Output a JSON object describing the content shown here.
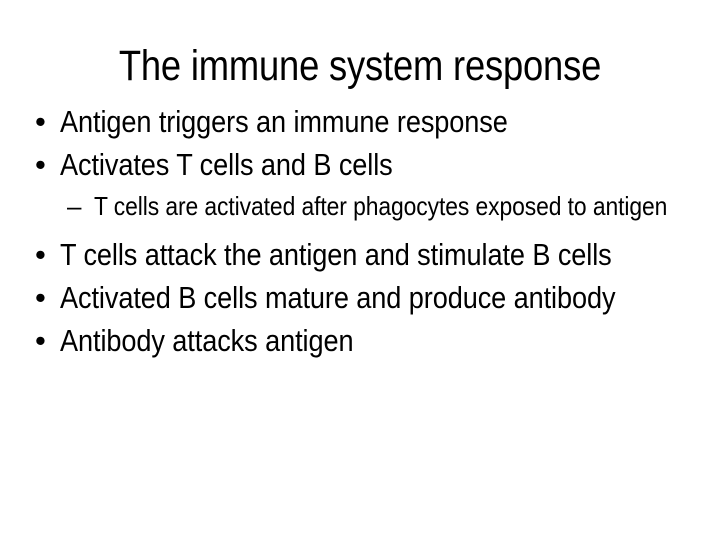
{
  "slide": {
    "title": "The immune system response",
    "background_color": "#ffffff",
    "text_color": "#000000",
    "bullet_marker_level1": "•",
    "bullet_marker_level2": "–",
    "content": [
      {
        "level": 1,
        "marker": "•",
        "text": "Antigen triggers an immune response"
      },
      {
        "level": 1,
        "marker": "•",
        "text": "Activates T cells and B cells"
      },
      {
        "level": 2,
        "marker": "–",
        "text": "T cells are activated after phagocytes exposed to antigen"
      },
      {
        "level": 1,
        "marker": "•",
        "text": "T cells attack the antigen and stimulate B cells"
      },
      {
        "level": 1,
        "marker": "•",
        "text": "Activated B cells mature and produce antibody"
      },
      {
        "level": 1,
        "marker": "•",
        "text": "Antibody attacks antigen"
      }
    ]
  }
}
